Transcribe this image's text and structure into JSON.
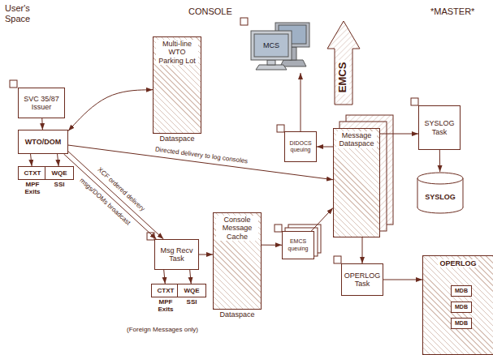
{
  "diagram": {
    "nodes": [
      {
        "text": [
          "SVC 35/87 Issuer"
        ]
      },
      {
        "text": [
          "WTO/DOM"
        ]
      },
      {
        "text": [
          "CTXT",
          "MPF Exits"
        ]
      },
      {
        "text": [
          "WQE",
          "SSI"
        ]
      },
      {
        "text": [
          "Multi-line WTO Parking Lot",
          "Dataspace"
        ]
      },
      {
        "text": [
          "MCS"
        ]
      },
      {
        "text": [
          "EMCS"
        ]
      },
      {
        "text": [
          "DIDOCS queuing"
        ]
      },
      {
        "text": [
          "Message Dataspace"
        ]
      },
      {
        "text": [
          "SYSLOG Task"
        ]
      },
      {
        "text": [
          "SYSLOG"
        ]
      },
      {
        "text": [
          "Msg Recv Task"
        ]
      },
      {
        "text": [
          "CTXT",
          "MPF Exits"
        ]
      },
      {
        "text": [
          "WQE",
          "SSI"
        ]
      },
      {
        "text": [
          "Console Message Cache",
          "Dataspace"
        ]
      },
      {
        "text": [
          "EMCS queuing"
        ]
      },
      {
        "text": [
          "OPERLOG Task"
        ]
      },
      {
        "text": [
          "OPERLOG"
        ]
      },
      {
        "text": [
          "MDB"
        ],
        "in": 17
      },
      {
        "text": [
          "MDB"
        ],
        "in": 17
      },
      {
        "text": [
          "MDB"
        ],
        "in": 17
      }
    ],
    "edges": [
      {
        "from": 0,
        "to": 1,
        "arrow": "to"
      },
      {
        "from": 1,
        "to": 2,
        "arrow": "to"
      },
      {
        "from": 1,
        "to": 3,
        "arrow": "to"
      },
      {
        "from": 1,
        "to": 4,
        "arrow": "both"
      },
      {
        "from": 1,
        "to": 8,
        "label": "Directed delivery to log consoles",
        "arrow": "to"
      },
      {
        "from": 1,
        "to": 11,
        "label": "XCF ordered delivery",
        "arrow": "to"
      },
      {
        "from": 1,
        "to": 11,
        "label": "msgs/DOMs broadcast",
        "arrow": "to"
      },
      {
        "from": 11,
        "to": 12,
        "arrow": "to"
      },
      {
        "from": 11,
        "to": 13,
        "arrow": "to"
      },
      {
        "from": 11,
        "to": 14,
        "arrow": "to"
      },
      {
        "from": 14,
        "to": 15,
        "arrow": "to"
      },
      {
        "from": 15,
        "to": 8,
        "arrow": "to"
      },
      {
        "from": 8,
        "to": 7,
        "arrow": "to"
      },
      {
        "from": 7,
        "to": 5,
        "arrow": "to"
      },
      {
        "from": 8,
        "to": 9,
        "arrow": "to"
      },
      {
        "from": 9,
        "to": 10,
        "arrow": "to"
      },
      {
        "from": 8,
        "to": 16,
        "arrow": "to"
      },
      {
        "from": 16,
        "to": 17,
        "arrow": "to"
      }
    ],
    "labels": [
      "User's Space",
      "CONSOLE",
      "*MASTER*",
      "(Foreign Messages only)"
    ]
  }
}
